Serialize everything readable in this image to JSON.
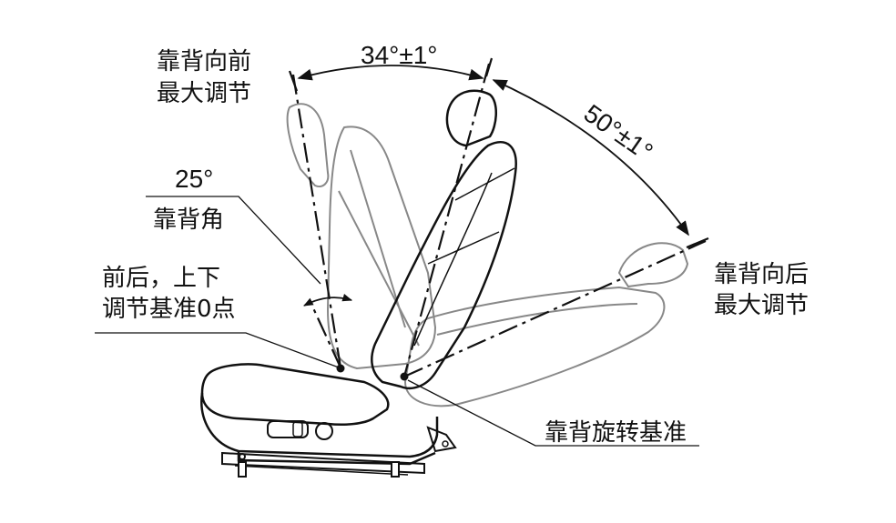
{
  "labels": {
    "fwd_line1": "靠背向前",
    "fwd_line2": "最大调节",
    "angle_fwd": "34°±1°",
    "angle_back": "50°±1°",
    "back_line1": "靠背向后",
    "back_line2": "最大调节",
    "backrest_value": "25°",
    "backrest_label": "靠背角",
    "zero_line1": "前后，上下",
    "zero_line2": "调节基准0点",
    "pivot": "靠背旋转基准"
  },
  "diagram_data": {
    "backrest_angle_deg": 25,
    "forward_adjust_deg": 34,
    "forward_tolerance_deg": 1,
    "rearward_adjust_deg": 50,
    "rearward_tolerance_deg": 1
  }
}
